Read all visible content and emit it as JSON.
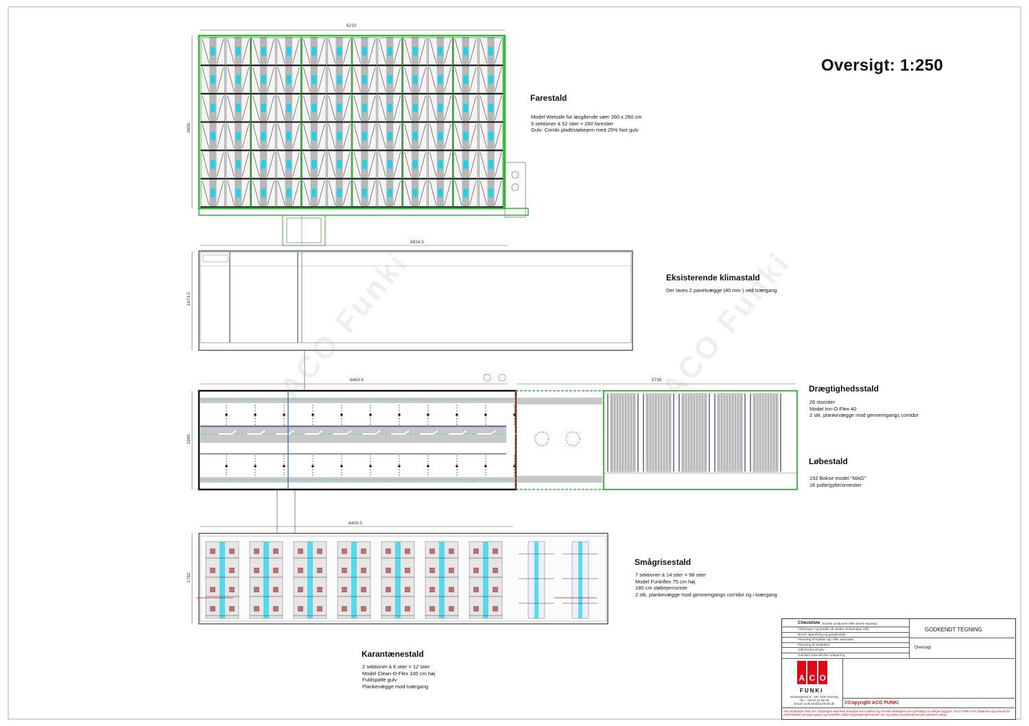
{
  "header": {
    "title": "Oversigt: 1:250"
  },
  "sections": {
    "farestald": {
      "title": "Farestald",
      "desc": "Model Welsafe for løsgående søer 260 x 260 cm\n5 sektioner á 52 stier = 260 farestier\nGulv: Combi pladt/støbejern med 25% fast gulv",
      "dim_width": "6210",
      "dim_height": "3600"
    },
    "klimastald": {
      "title": "Eksisterende klimastald",
      "desc": "Der laves 2 panelvægge (40 mm ) ved tværgang",
      "dim_width": "8834.5",
      "dim_height": "1673.5"
    },
    "draegtighed": {
      "title": "Drægtighedsstald",
      "desc": "26 storstier\nModel Inn-O-Flex 40\n2 stk. plankevægge mod gennemgangs corridor",
      "dim_width_left": "6463.6",
      "dim_width_right": "5735",
      "dim_height": "1990"
    },
    "lobestald": {
      "title": "Løbestald",
      "desc": "192 Bokse model \"MAG\"\n16 polte/gylte/ornestier"
    },
    "smagrise": {
      "title": "Smågrisestald",
      "desc": "7 sektioner á 14 stier = 98 stier\nModel Funkiflex 75 cm høj\n180 cm støbejernsriste\n2 stk. plankevægge mod gennemgangs corridor og i tværgang",
      "dim_width": "6400.5",
      "dim_height": "1782"
    },
    "karantaene": {
      "title": "Karantænestald",
      "desc": "2 sektioner á 6 stier = 12 stier\nModel Clean-O-Flex 100 cm høj\nFuldspalte gulv\nPlankevægge mod tværgang"
    }
  },
  "watermark": {
    "text": "ACO Funki"
  },
  "title_block": {
    "checklist_title": "Checkliste",
    "checklist_note": "(Kvinter producere efter denne tegning)",
    "checklist_items": [
      "Tidslængen og bredde på stalden (indvendige mål)",
      "Bondt, lägerelning og gangbredde",
      "Placering af krybber og / eller automater",
      "Placering af ventilation",
      "Udformning af gulv",
      "Gulvfald, kotemål eller udsparring"
    ],
    "approved_label": "GODKENDT TEGNING",
    "drawing_label": "Oversigt",
    "company_logo_letters": [
      "A",
      "C",
      "O"
    ],
    "brand": "FUNKI",
    "address": "Rinkenæsvej 6 · DK-7400 Herning\nTel.: +45 97 11 96 00\nEmail: acofunki@acofunki.dk",
    "copyright": "©Copyright ACO FUNKI",
    "footer_note": "Alle ændringer skal ves. Tegningen skal ikke benyttes som indbud og må ikke betragtes som grundlag for sælger byggeri. ACO FUNKI A/S fraskriver sig ansvar for overholdelse af bygningslov og forskrifter, både bygningsreglementer mv. og andre kunstforskrivende ordinance tiltag."
  },
  "colors": {
    "green": "#22c022",
    "cyan": "#19d4e8",
    "navy": "#1a1aa0",
    "red": "#d01010",
    "gray": "#b8b8b8"
  }
}
